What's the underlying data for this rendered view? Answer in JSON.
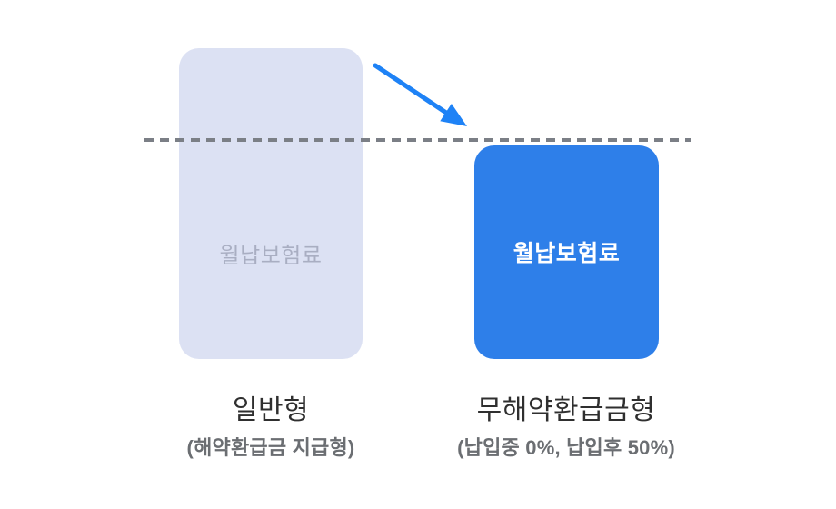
{
  "figure": {
    "background_color": "#ffffff",
    "threshold_line": {
      "style": "dashed",
      "color": "#7b7f86"
    },
    "arrow": {
      "color": "#1e82f6",
      "meaning": "premium-decrease-from-left-bar-to-right-bar"
    },
    "left_column": {
      "bar_text": "월납보험료",
      "bar_color": "#dce1f3",
      "bar_text_color": "#a9aec2",
      "title": "일반형",
      "subtitle": "(해약환급금 지급형)"
    },
    "right_column": {
      "bar_text": "월납보험료",
      "bar_color": "#2e7fe9",
      "bar_text_color": "#ffffff",
      "title": "무해약환급금형",
      "subtitle": "(납입중 0%, 납입후 50%)"
    }
  }
}
